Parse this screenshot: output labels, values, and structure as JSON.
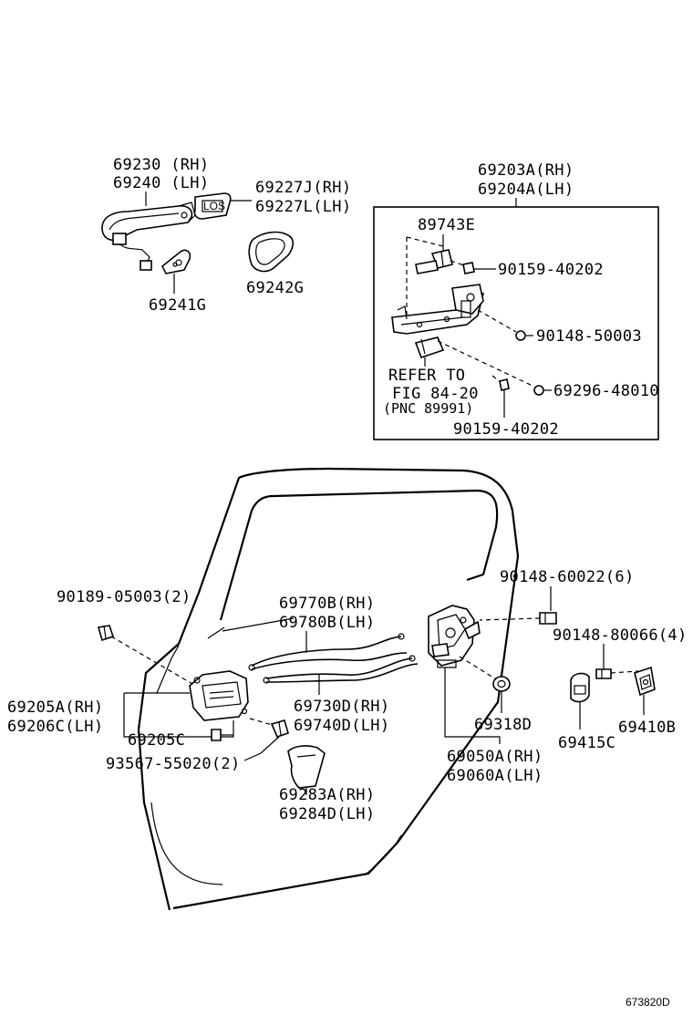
{
  "labels": {
    "p69230": "69230 (RH)",
    "p69240": "69240 (LH)",
    "p69227j": "69227J(RH)",
    "p69227l": "69227L(LH)",
    "p69241g": "69241G",
    "p69242g": "69242G",
    "p69203a": "69203A(RH)",
    "p69204a": "69204A(LH)",
    "p89743e": "89743E",
    "p90159a": "90159-40202",
    "p90148a": "90148-50003",
    "p69296": "69296-48010",
    "refer_to": "REFER TO",
    "fig": "FIG 84-20",
    "pnc": "(PNC 89991)",
    "p90159b": "90159-40202",
    "p90148b": "90148-60022(6)",
    "p90189": "90189-05003(2)",
    "p69770b": "69770B(RH)",
    "p69780b": "69780B(LH)",
    "p90148c": "90148-80066(4)",
    "p69205a": "69205A(RH)",
    "p69206c": "69206C(LH)",
    "p69205c": "69205C",
    "p69730d": "69730D(RH)",
    "p69740d": "69740D(LH)",
    "p69318d": "69318D",
    "p69415c": "69415C",
    "p69410b": "69410B",
    "p93567": "93567-55020(2)",
    "p69050a": "69050A(RH)",
    "p69060a": "69060A(LH)",
    "p69283a": "69283A(RH)",
    "p69284d": "69284D(LH)",
    "diagram_id": "673820D"
  }
}
